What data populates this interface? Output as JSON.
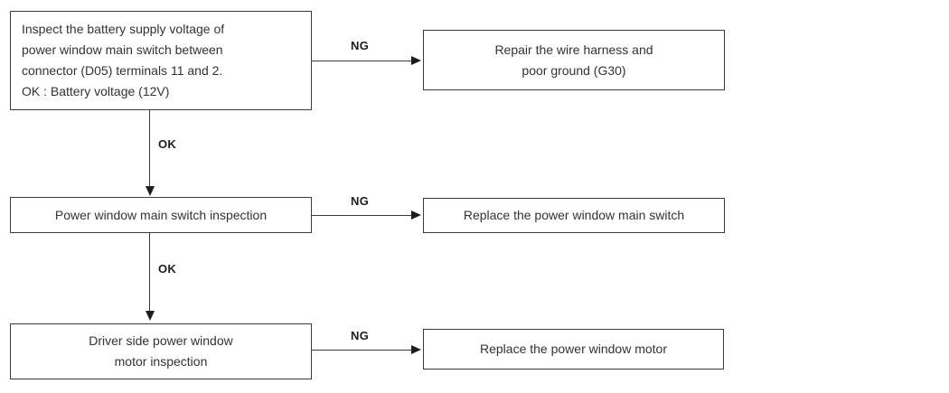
{
  "diagram": {
    "type": "troubleshooting-flowchart",
    "title": "",
    "colors": {
      "box_border": "#3a3a3a",
      "box_fill": "#ffffff",
      "text": "#333333",
      "connector": "#3a3a3a",
      "edge_label": "#1d1d1d",
      "background": "#ffffff"
    },
    "nodes": [
      {
        "id": "step1",
        "label": "Inspect the battery supply voltage of\npower window main switch between\nconnector (D05) terminals 11 and 2.\nOK : Battery voltage (12V)",
        "align": "left"
      },
      {
        "id": "result1",
        "label": "Repair the wire harness and\npoor ground (G30)",
        "align": "center"
      },
      {
        "id": "step2",
        "label": "Power window main switch inspection",
        "align": "center"
      },
      {
        "id": "result2",
        "label": "Replace the power window main switch",
        "align": "center"
      },
      {
        "id": "step3",
        "label": "Driver side power window\nmotor  inspection",
        "align": "center"
      },
      {
        "id": "result3",
        "label": "Replace the power window motor",
        "align": "center"
      }
    ],
    "edges": [
      {
        "id": "e1",
        "from": "step1",
        "to": "result1",
        "label": "NG",
        "direction": "right"
      },
      {
        "id": "e2",
        "from": "step1",
        "to": "step2",
        "label": "OK",
        "direction": "down"
      },
      {
        "id": "e3",
        "from": "step2",
        "to": "result2",
        "label": "NG",
        "direction": "right"
      },
      {
        "id": "e4",
        "from": "step2",
        "to": "step3",
        "label": "OK",
        "direction": "down"
      },
      {
        "id": "e5",
        "from": "step3",
        "to": "result3",
        "label": "NG",
        "direction": "right"
      }
    ]
  }
}
